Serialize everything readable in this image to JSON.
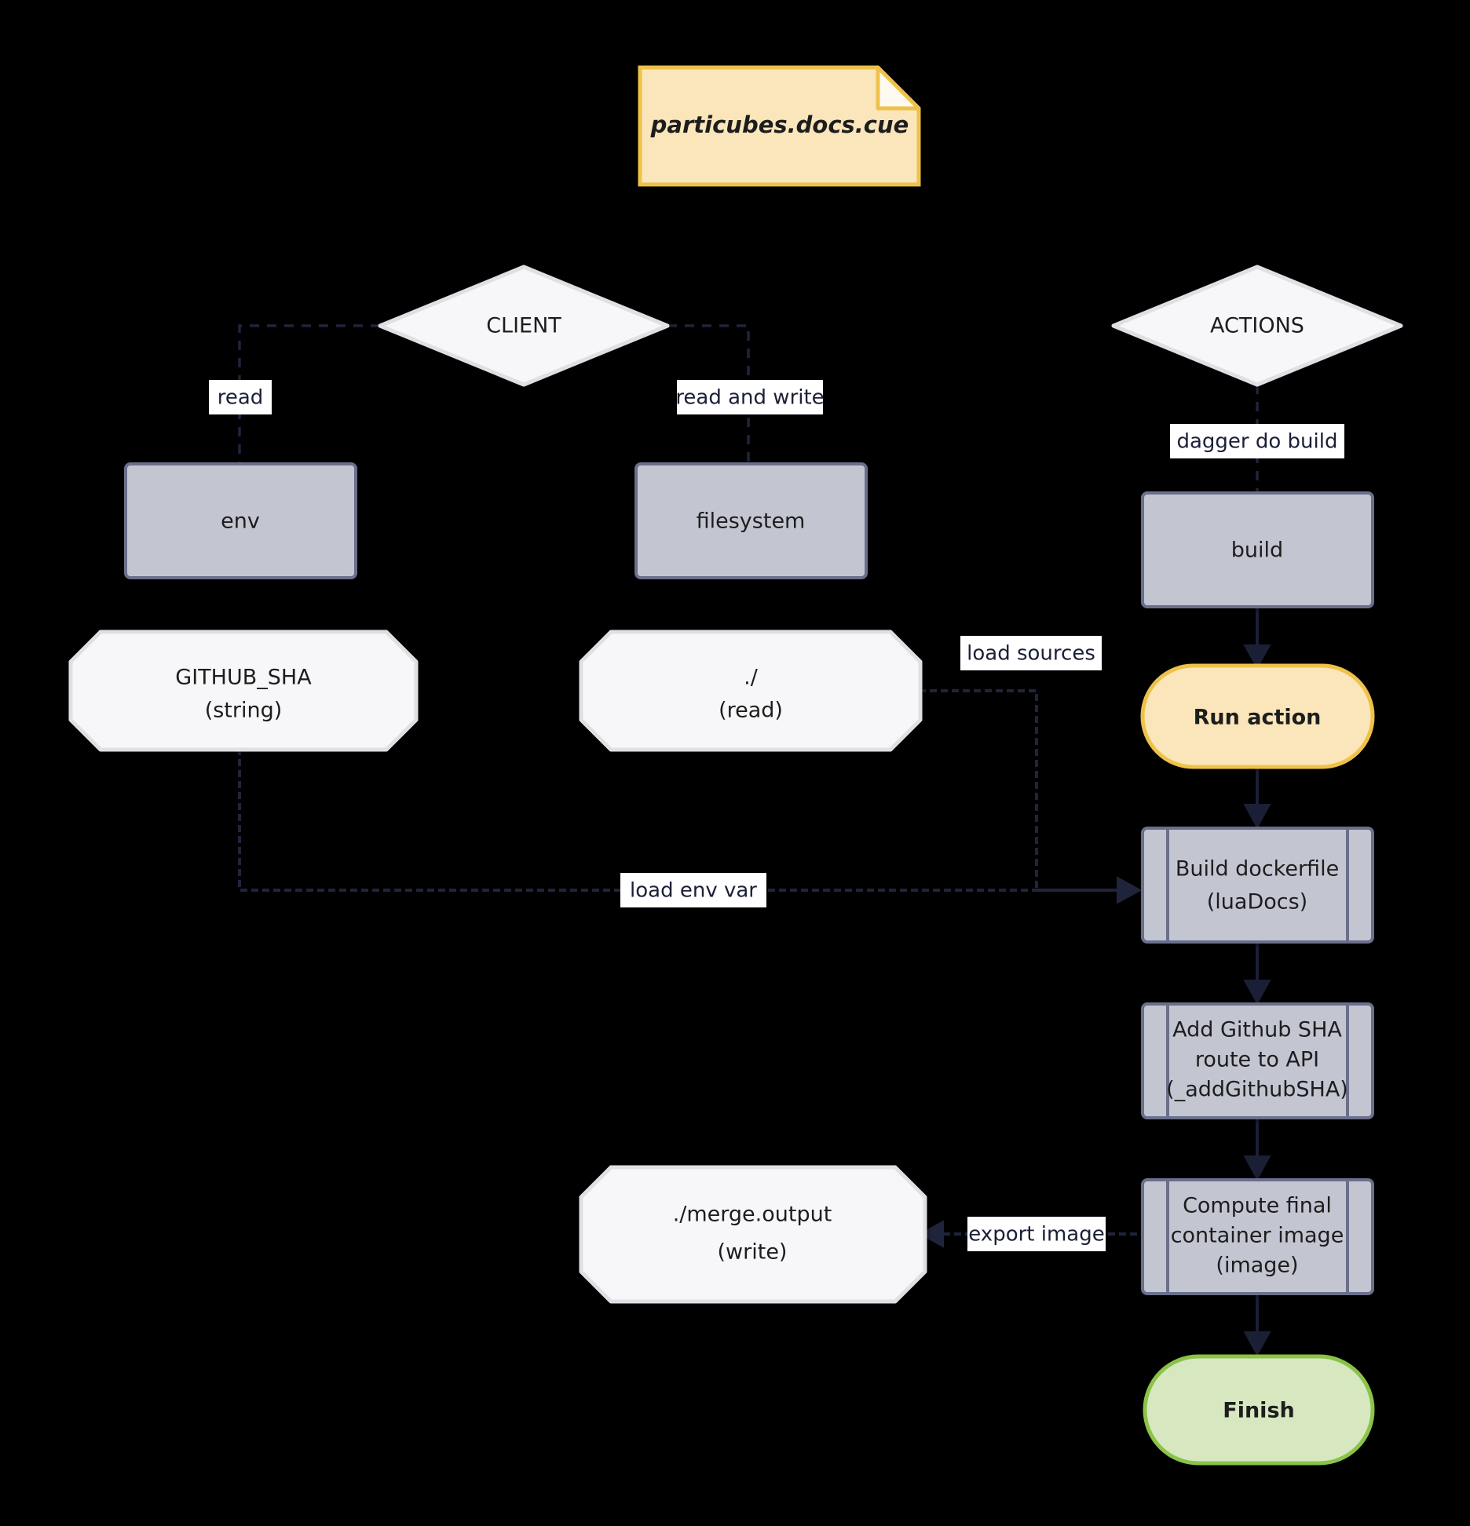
{
  "diagram": {
    "title": "particubes.docs.cue dagger flowchart",
    "background": "#000000"
  },
  "colors": {
    "gray_fill": "#c3c6d1",
    "gray_stroke": "#6a708b",
    "white_fill": "#f7f7f9",
    "white_stroke": "#e0e0e4",
    "yellow_fill": "#fae6ba",
    "yellow_stroke": "#eec24a",
    "green_fill": "#d7e8c0",
    "green_stroke": "#8bc34a",
    "edge": "#20243b",
    "text": "#1d1d1d"
  },
  "nodes": {
    "note": {
      "label": "particubes.docs.cue",
      "shape": "note"
    },
    "client": {
      "label": "CLIENT",
      "shape": "diamond"
    },
    "actions": {
      "label": "ACTIONS",
      "shape": "diamond"
    },
    "env": {
      "label": "env",
      "shape": "rect"
    },
    "filesystem": {
      "label": "filesystem",
      "shape": "rect"
    },
    "build": {
      "label": "build",
      "shape": "rect"
    },
    "github_sha": {
      "line1": "GITHUB_SHA",
      "line2": "(string)",
      "shape": "octagon"
    },
    "dot_read": {
      "line1": "./",
      "line2": "(read)",
      "shape": "octagon"
    },
    "merge_output": {
      "line1": "./merge.output",
      "line2": "(write)",
      "shape": "octagon"
    },
    "run_action": {
      "label": "Run action",
      "shape": "stadium"
    },
    "build_dockerfile": {
      "line1": "Build dockerfile",
      "line2": "(luaDocs)",
      "shape": "subroutine"
    },
    "add_github_sha": {
      "line1": "Add Github SHA",
      "line2": "route to API",
      "line3": "(_addGithubSHA)",
      "shape": "subroutine"
    },
    "compute_image": {
      "line1": "Compute final",
      "line2": "container image",
      "line3": "(image)",
      "shape": "subroutine"
    },
    "finish": {
      "label": "Finish",
      "shape": "stadium"
    }
  },
  "edge_labels": {
    "read": "read",
    "read_and_write": "read and write",
    "dagger_do_build": "dagger do build",
    "load_sources": "load sources",
    "load_env_var": "load env var",
    "export_image": "export image"
  }
}
